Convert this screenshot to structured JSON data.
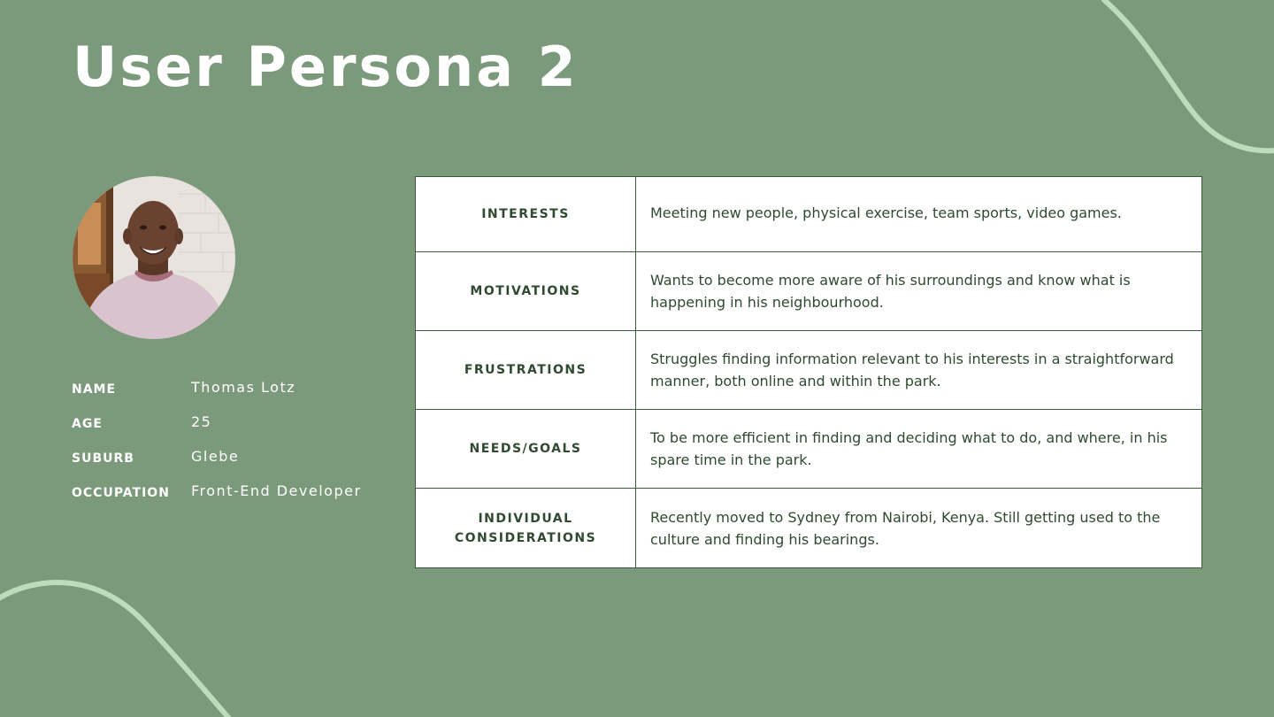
{
  "slide": {
    "title": "User Persona 2",
    "colors": {
      "background": "#7b997b",
      "curve": "#bcdcba",
      "table_border": "#3d5a3d",
      "table_text": "#2f4a30",
      "title_text": "#ffffff"
    }
  },
  "profile": {
    "rows": [
      {
        "label": "NAME",
        "value": "Thomas Lotz"
      },
      {
        "label": "AGE",
        "value": "25"
      },
      {
        "label": "SUBURB",
        "value": "Glebe"
      },
      {
        "label": "OCCUPATION",
        "value": "Front-End Developer"
      }
    ]
  },
  "persona_table": {
    "rows": [
      {
        "label": "INTERESTS",
        "text": "Meeting new people, physical exercise, team sports, video games."
      },
      {
        "label": "MOTIVATIONS",
        "text": "Wants to become more aware of his surroundings and know what is happening in his neighbourhood."
      },
      {
        "label": "FRUSTRATIONS",
        "text": "Struggles finding information relevant to his interests in a straightforward manner, both online and within the park."
      },
      {
        "label": "NEEDS/GOALS",
        "text": "To be more efficient in finding and deciding what to do, and where, in his spare time in the park."
      },
      {
        "label_lines": [
          "INDIVIDUAL",
          "CONSIDERATIONS"
        ],
        "text": "Recently moved to Sydney from Nairobi, Kenya. Still getting used to the culture and finding his bearings."
      }
    ]
  }
}
